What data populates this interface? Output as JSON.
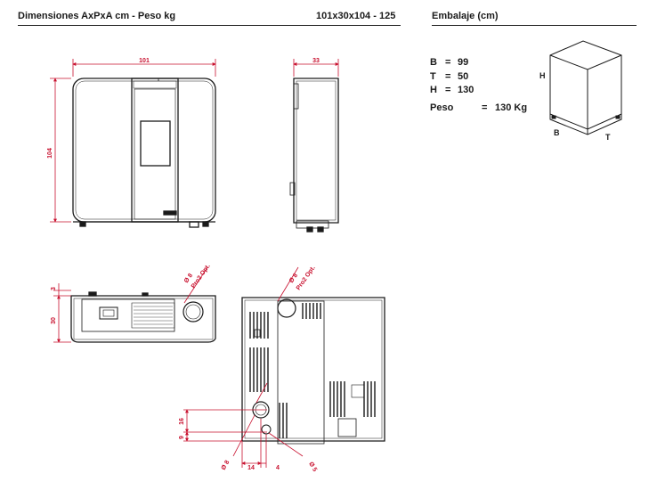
{
  "header": {
    "title": "Dimensiones AxPxA cm - Peso kg",
    "summary": "101x30x104 - 125",
    "packaging_title": "Embalaje (cm)"
  },
  "packaging": {
    "rows": [
      {
        "key": "B",
        "eq": "=",
        "value": "99"
      },
      {
        "key": "T",
        "eq": "=",
        "value": "50"
      },
      {
        "key": "H",
        "eq": "=",
        "value": "130"
      }
    ],
    "weight": {
      "key": "Peso",
      "eq": "=",
      "value": "130 Kg"
    },
    "box_labels": {
      "h": "H",
      "b": "B",
      "t": "T"
    }
  },
  "dimensions": {
    "front_width": "101",
    "front_height": "104",
    "side_depth": "33",
    "top_depth": "30",
    "top_small": "3",
    "flue_top": "Ø 8",
    "flue_top_note": "Pro2 Opt.",
    "flue_top_right": "Ø 8",
    "flue_top_right_note": "Pro2 Opt.",
    "rear_16": "16",
    "rear_9": "9",
    "rear_14": "14",
    "rear_4": "4",
    "rear_d1": "Ø 8",
    "rear_d2": "Ø 5"
  },
  "colors": {
    "accent": "#c8102e",
    "line": "#1a1a1a"
  }
}
